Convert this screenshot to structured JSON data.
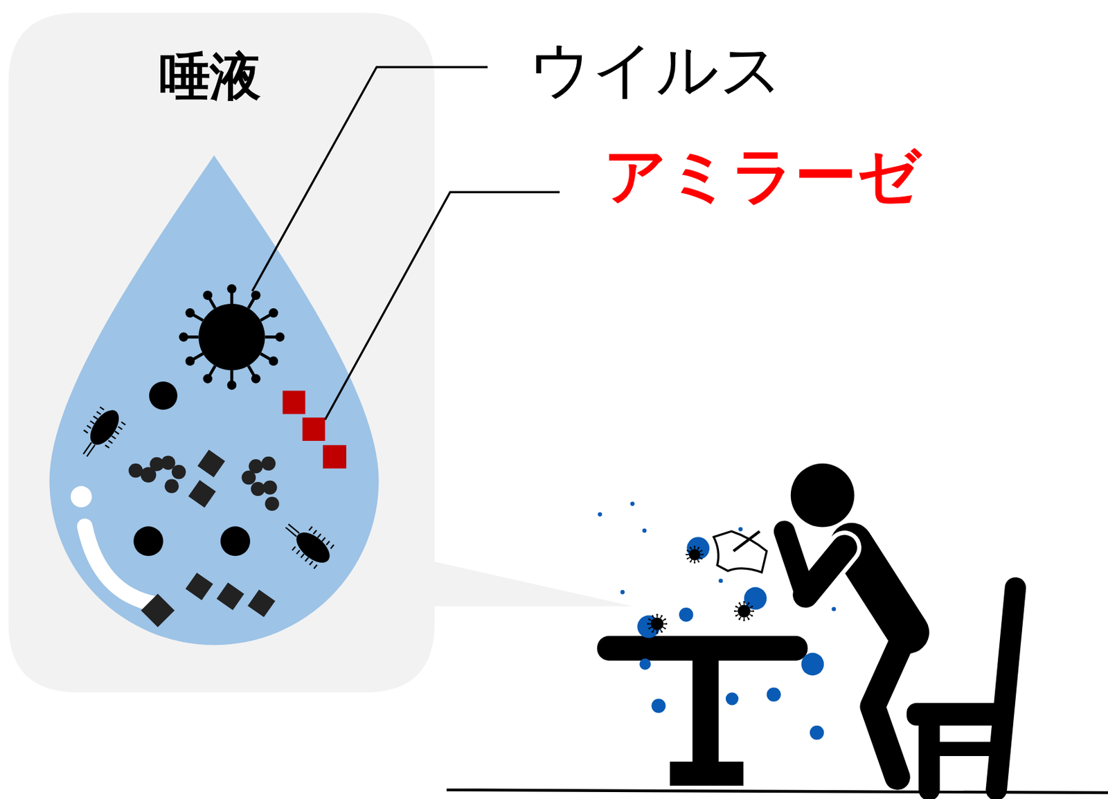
{
  "diagram": {
    "labels": [
      "唾液",
      "ウイルス",
      "アミラーゼ"
    ]
  }
}
